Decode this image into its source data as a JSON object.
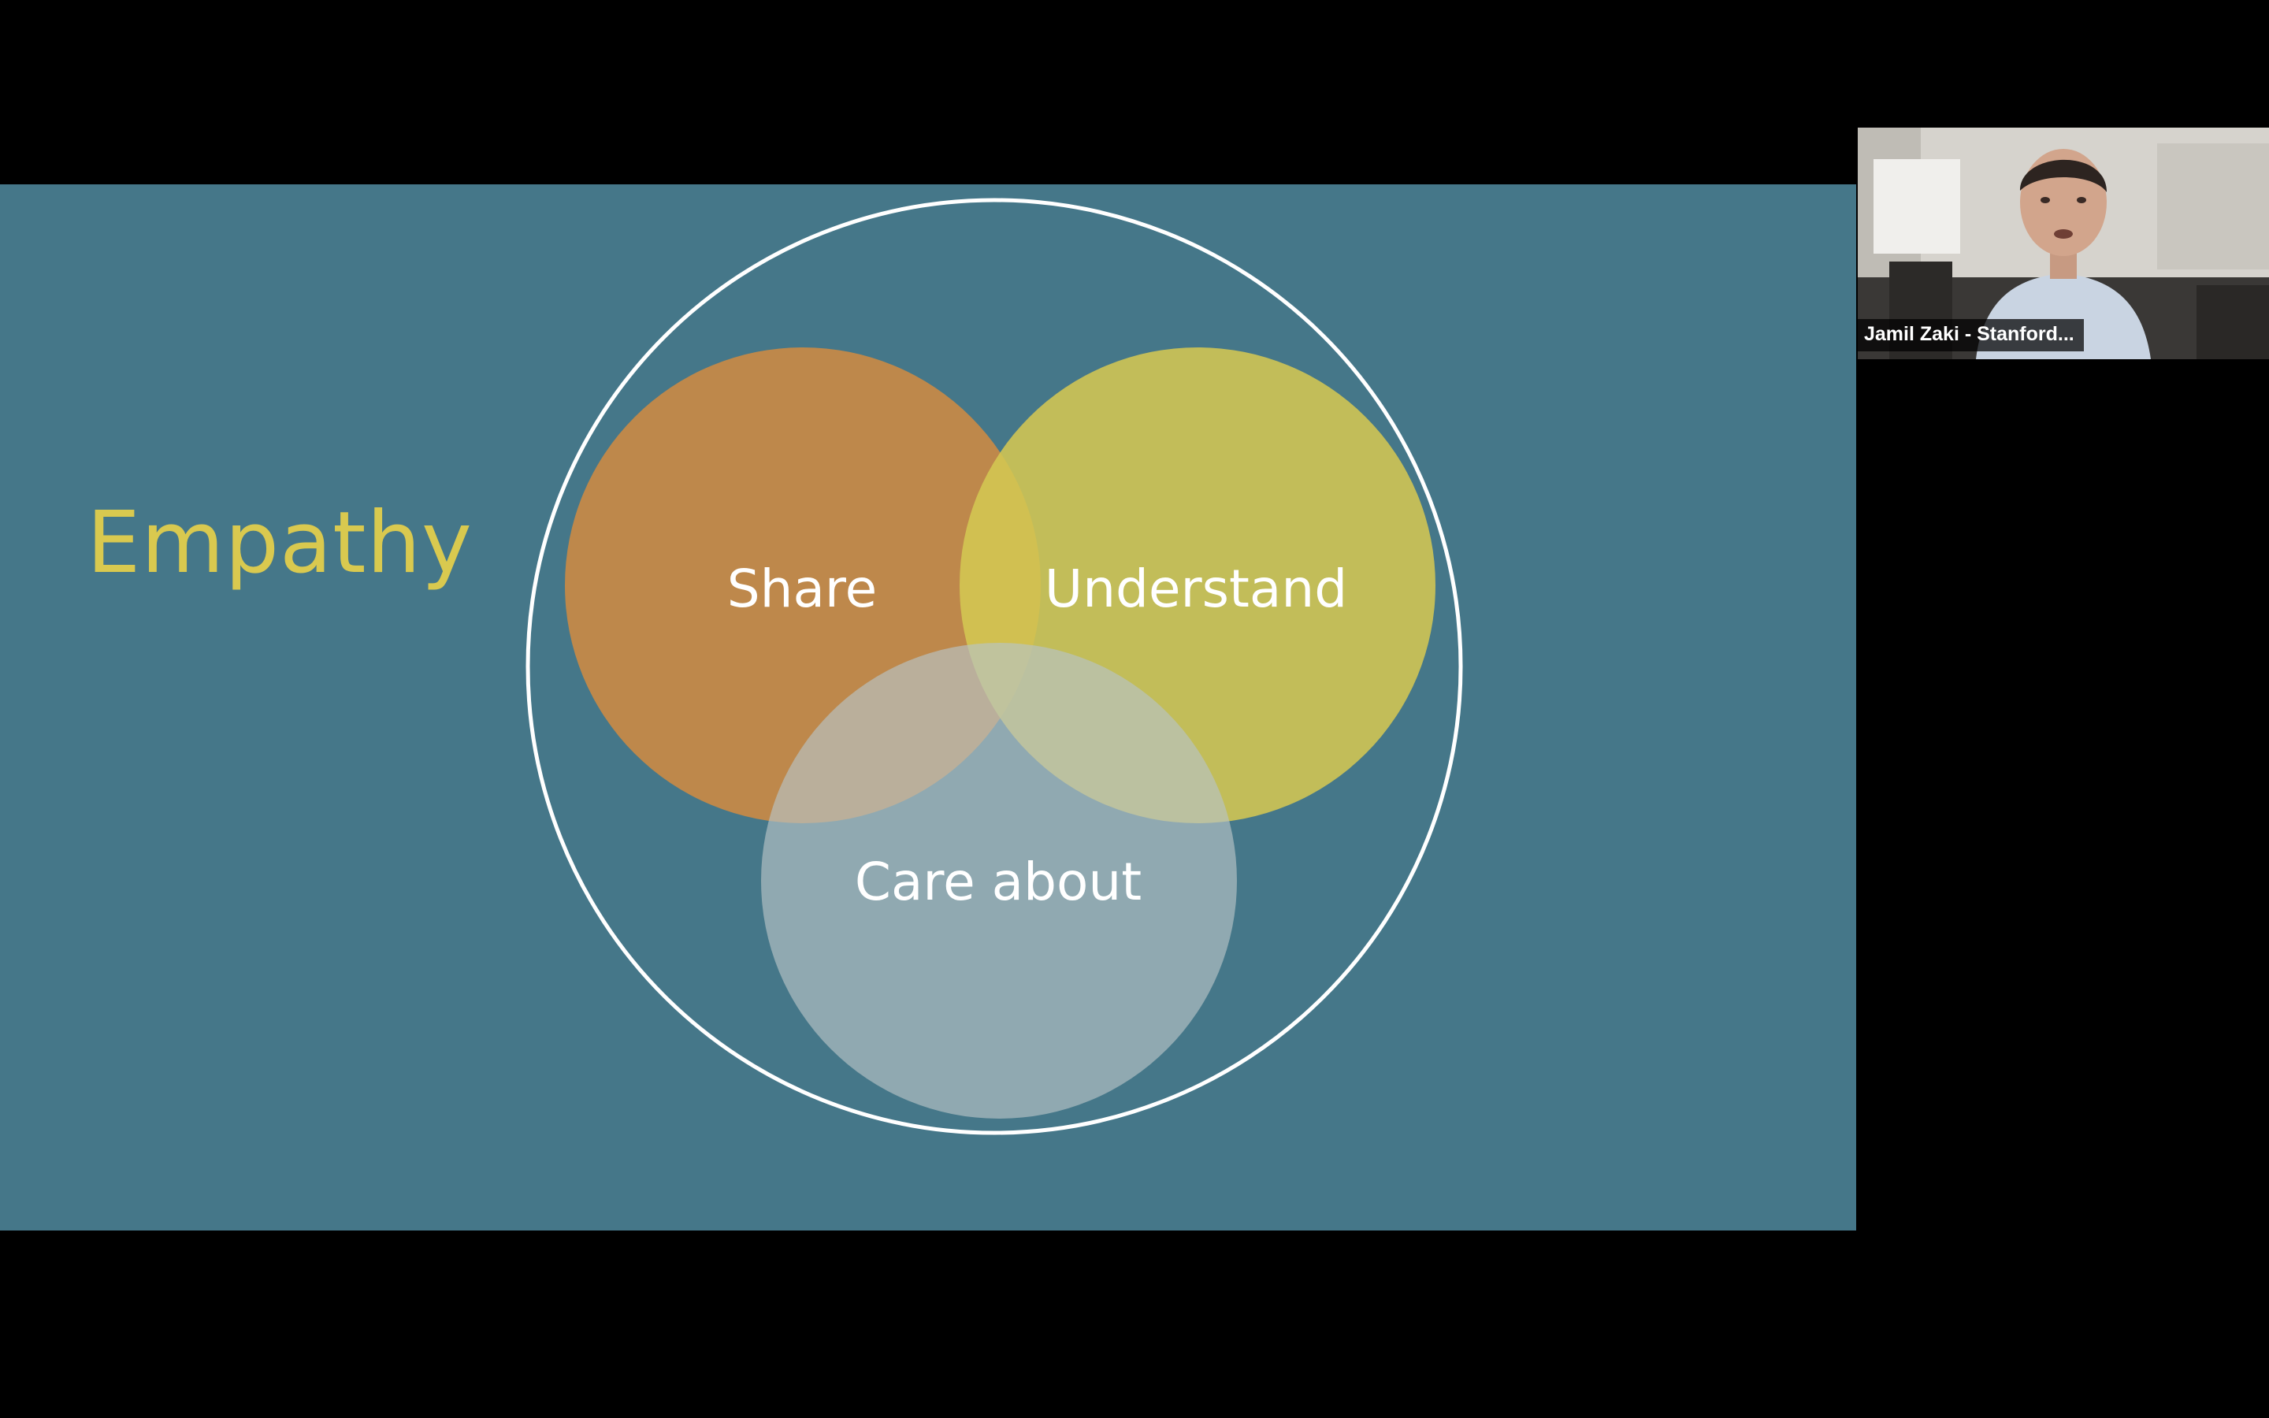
{
  "slide": {
    "title": "Empathy",
    "title_color": "#d9c94f",
    "background_color": "#457789",
    "circles": {
      "share": {
        "label": "Share",
        "color": "#c98a45"
      },
      "understand": {
        "label": "Understand",
        "color": "#d4c752"
      },
      "care_about": {
        "label": "Care about",
        "color": "#b7c4c6"
      }
    },
    "outer_ring_color": "#ffffff"
  },
  "video": {
    "participant_name": "Jamil Zaki - Stanford...",
    "icon": "person-video-icon"
  }
}
